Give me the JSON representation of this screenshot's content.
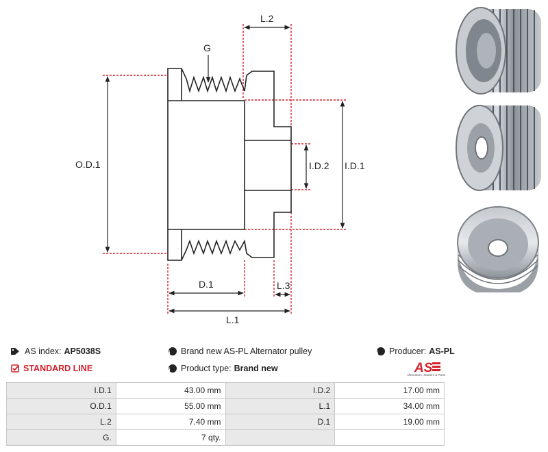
{
  "drawing": {
    "labels": {
      "g": "G",
      "l2": "L.2",
      "od1": "O.D.1",
      "id1": "I.D.1",
      "id2": "I.D.2",
      "d1": "D.1",
      "l3": "L.3",
      "l1": "L.1"
    }
  },
  "info": {
    "as_index_label": "AS index:",
    "as_index_value": "AP5038S",
    "line": "STANDARD LINE",
    "description": "Brand new AS-PL Alternator pulley",
    "product_type_label": "Product type:",
    "product_type_value": "Brand new",
    "producer_label": "Producer:",
    "producer_value": "AS-PL"
  },
  "logo": {
    "text": "AS",
    "subtitle": "Alternators, Starters & Parts",
    "color": "#d3212a"
  },
  "specs": [
    {
      "k1": "I.D.1",
      "v1": "43.00 mm",
      "k2": "I.D.2",
      "v2": "17.00 mm"
    },
    {
      "k1": "O.D.1",
      "v1": "55.00 mm",
      "k2": "L.1",
      "v2": "34.00 mm"
    },
    {
      "k1": "L.2",
      "v1": "7.40 mm",
      "k2": "D.1",
      "v2": "19.00 mm"
    },
    {
      "k1": "G.",
      "v1": "7 qty.",
      "k2": "",
      "v2": ""
    }
  ],
  "icons": {
    "index": "tags-icon",
    "line": "check-square-icon",
    "info": "info-circle-icon"
  }
}
